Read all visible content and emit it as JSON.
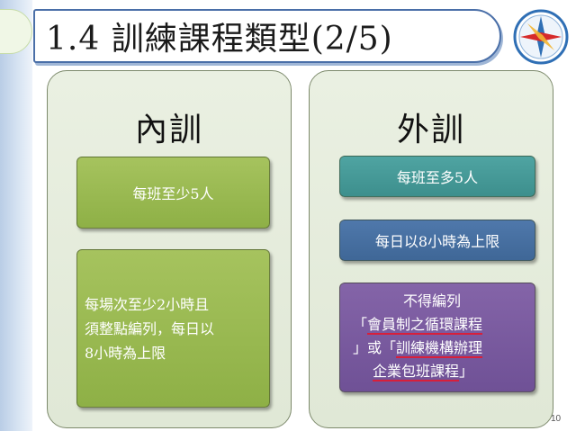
{
  "slide": {
    "title": "1.4 訓練課程類型(2/5)",
    "page_number": "10"
  },
  "internal": {
    "heading": "內訓",
    "item1": "每班至少5人",
    "item2_lines": [
      "每場次至少2小時且",
      "須整點編列，每日以",
      "8小時為上限"
    ]
  },
  "external": {
    "heading": "外訓",
    "item1": "每班至多5人",
    "item2": "每日以8小時為上限",
    "item3": {
      "line0": "不得編列",
      "line1_prefix": "「",
      "line1_underlined": "會員制之循環課程",
      "line2_prefix": "」或「",
      "line2_underlined": "訓練機構辦理",
      "line3_underlined": "企業包班課程",
      "line3_suffix": "」"
    }
  },
  "colors": {
    "green": "#8eb046",
    "teal": "#3d8f8d",
    "blue": "#3f6797",
    "purple": "#6f5196",
    "underline": "#d81f3a"
  },
  "icons": {
    "logo": "logo-icon"
  }
}
